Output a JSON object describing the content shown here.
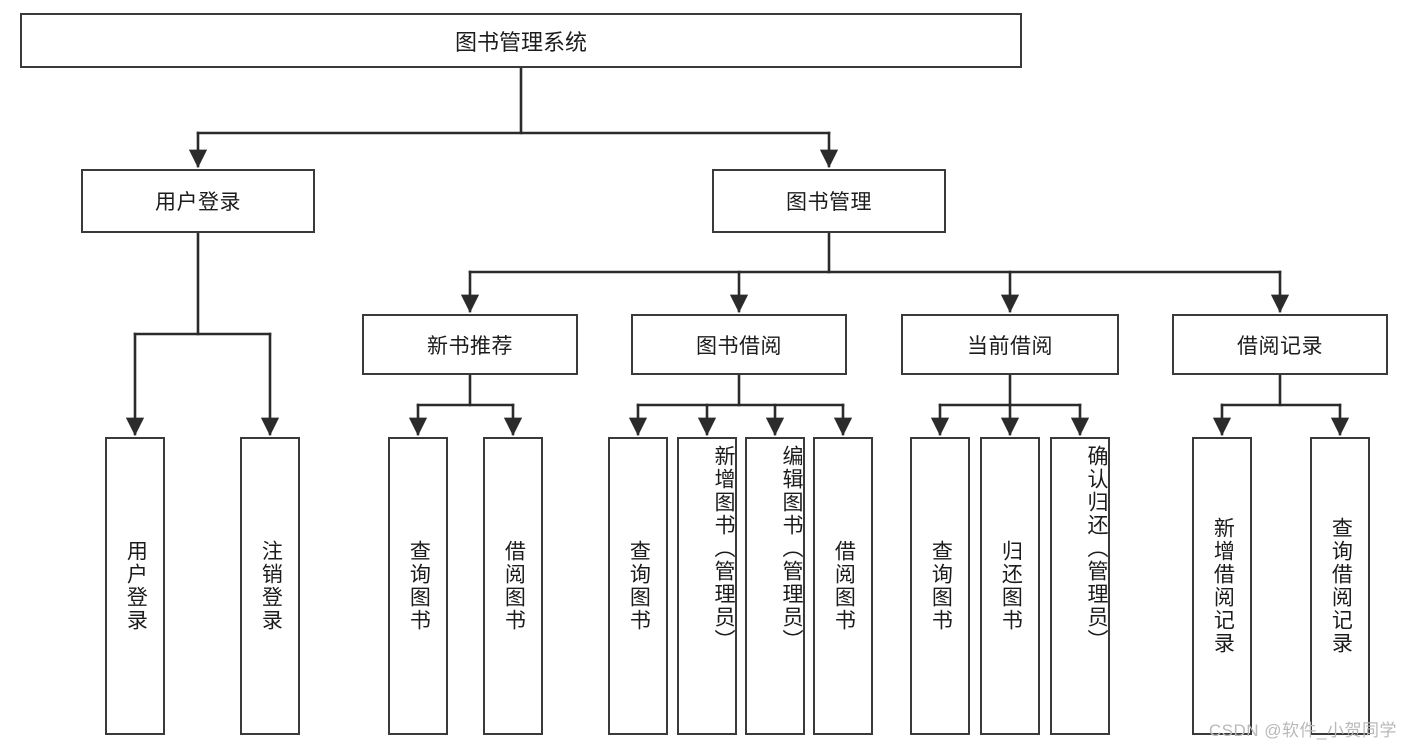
{
  "diagram": {
    "type": "tree-hierarchy",
    "title": "图书管理系统",
    "colors": {
      "box_border": "#3a3a3a",
      "box_fill": "#ffffff",
      "connector": "#2b2b2b",
      "text": "#1c1c1c",
      "watermark": "#b9b9b9",
      "background": "#ffffff"
    },
    "levels": {
      "root": "图书管理系统",
      "level2": [
        "用户登录",
        "图书管理"
      ],
      "level3": [
        "新书推荐",
        "图书借阅",
        "当前借阅",
        "借阅记录"
      ]
    },
    "nodes": {
      "root": {
        "label": "图书管理系统"
      },
      "user_login": {
        "label": "用户登录"
      },
      "book_manage": {
        "label": "图书管理"
      },
      "new_book_rec": {
        "label": "新书推荐"
      },
      "book_borrow": {
        "label": "图书借阅"
      },
      "current_borrow": {
        "label": "当前借阅"
      },
      "borrow_record": {
        "label": "借阅记录"
      },
      "leaf_user_login": {
        "label": "用户登录"
      },
      "leaf_logout": {
        "label": "注销登录"
      },
      "leaf_query_book_a": {
        "label": "查询图书"
      },
      "leaf_borrow_book_a": {
        "label": "借阅图书"
      },
      "leaf_query_book_b": {
        "label": "查询图书"
      },
      "leaf_add_book": {
        "label": "新增图书（管理员）"
      },
      "leaf_edit_book": {
        "label": "编辑图书（管理员）"
      },
      "leaf_borrow_book_b": {
        "label": "借阅图书"
      },
      "leaf_query_book_c": {
        "label": "查询图书"
      },
      "leaf_return_book": {
        "label": "归还图书"
      },
      "leaf_confirm_return": {
        "label": "确认归还（管理员）"
      },
      "leaf_add_record": {
        "label": "新增借阅记录"
      },
      "leaf_query_record": {
        "label": "查询借阅记录"
      }
    },
    "edges": [
      {
        "from": "root",
        "to": "user_login"
      },
      {
        "from": "root",
        "to": "book_manage"
      },
      {
        "from": "user_login",
        "to": "leaf_user_login"
      },
      {
        "from": "user_login",
        "to": "leaf_logout"
      },
      {
        "from": "book_manage",
        "to": "new_book_rec"
      },
      {
        "from": "book_manage",
        "to": "book_borrow"
      },
      {
        "from": "book_manage",
        "to": "current_borrow"
      },
      {
        "from": "book_manage",
        "to": "borrow_record"
      },
      {
        "from": "new_book_rec",
        "to": "leaf_query_book_a"
      },
      {
        "from": "new_book_rec",
        "to": "leaf_borrow_book_a"
      },
      {
        "from": "book_borrow",
        "to": "leaf_query_book_b"
      },
      {
        "from": "book_borrow",
        "to": "leaf_add_book"
      },
      {
        "from": "book_borrow",
        "to": "leaf_edit_book"
      },
      {
        "from": "book_borrow",
        "to": "leaf_borrow_book_b"
      },
      {
        "from": "current_borrow",
        "to": "leaf_query_book_c"
      },
      {
        "from": "current_borrow",
        "to": "leaf_return_book"
      },
      {
        "from": "current_borrow",
        "to": "leaf_confirm_return"
      },
      {
        "from": "borrow_record",
        "to": "leaf_add_record"
      },
      {
        "from": "borrow_record",
        "to": "leaf_query_record"
      }
    ],
    "watermark": "CSDN @软件_小贺同学"
  }
}
